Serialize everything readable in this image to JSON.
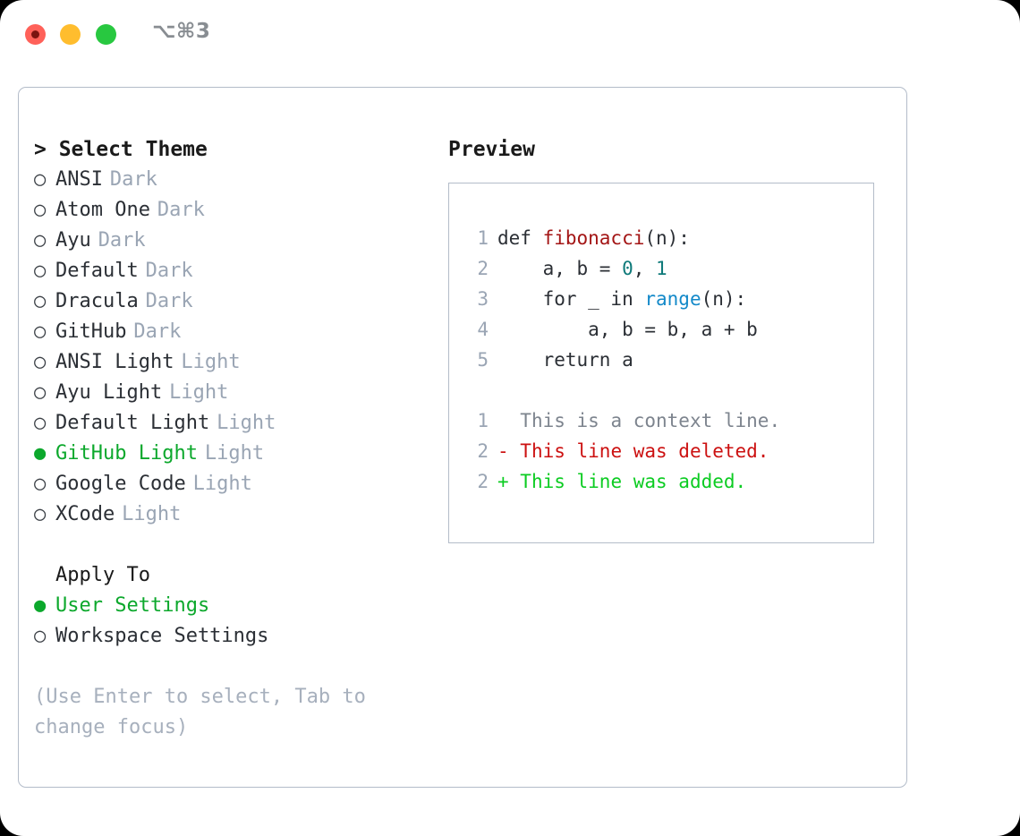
{
  "titlebar": {
    "shortcut": "⌥⌘3",
    "buttons": {
      "close": "close",
      "minimize": "minimize",
      "maximize": "maximize"
    }
  },
  "theme_picker": {
    "title": "> Select Theme",
    "items": [
      {
        "marker": "○",
        "name": "ANSI",
        "kind": "Dark",
        "selected": false
      },
      {
        "marker": "○",
        "name": "Atom One",
        "kind": "Dark",
        "selected": false
      },
      {
        "marker": "○",
        "name": "Ayu",
        "kind": "Dark",
        "selected": false
      },
      {
        "marker": "○",
        "name": "Default",
        "kind": "Dark",
        "selected": false
      },
      {
        "marker": "○",
        "name": "Dracula",
        "kind": "Dark",
        "selected": false
      },
      {
        "marker": "○",
        "name": "GitHub",
        "kind": "Dark",
        "selected": false
      },
      {
        "marker": "○",
        "name": "ANSI Light",
        "kind": "Light",
        "selected": false
      },
      {
        "marker": "○",
        "name": "Ayu Light",
        "kind": "Light",
        "selected": false
      },
      {
        "marker": "○",
        "name": "Default Light",
        "kind": "Light",
        "selected": false
      },
      {
        "marker": "●",
        "name": "GitHub Light",
        "kind": "Light",
        "selected": true
      },
      {
        "marker": "○",
        "name": "Google Code",
        "kind": "Light",
        "selected": false
      },
      {
        "marker": "○",
        "name": "XCode",
        "kind": "Light",
        "selected": false
      }
    ]
  },
  "apply_to": {
    "title": "Apply To",
    "items": [
      {
        "marker": "●",
        "label": "User Settings",
        "selected": true
      },
      {
        "marker": "○",
        "label": "Workspace Settings",
        "selected": false
      }
    ]
  },
  "hint": "(Use Enter to select, Tab to change focus)",
  "preview": {
    "title": "Preview",
    "code_lines": [
      {
        "num": "1",
        "segments": [
          {
            "text": "def ",
            "style": "plain"
          },
          {
            "text": "fibonacci",
            "style": "fn"
          },
          {
            "text": "(n):",
            "style": "plain"
          }
        ]
      },
      {
        "num": "2",
        "segments": [
          {
            "text": "    a, b = ",
            "style": "plain"
          },
          {
            "text": "0",
            "style": "num"
          },
          {
            "text": ", ",
            "style": "plain"
          },
          {
            "text": "1",
            "style": "num"
          }
        ]
      },
      {
        "num": "3",
        "segments": [
          {
            "text": "    for _ in ",
            "style": "plain"
          },
          {
            "text": "range",
            "style": "call"
          },
          {
            "text": "(n):",
            "style": "plain"
          }
        ]
      },
      {
        "num": "4",
        "segments": [
          {
            "text": "        a, b = b, a + b",
            "style": "plain"
          }
        ]
      },
      {
        "num": "5",
        "segments": [
          {
            "text": "    return a",
            "style": "plain"
          }
        ]
      }
    ],
    "diff_lines": [
      {
        "num": "1",
        "sign": "  ",
        "text": "This is a context line.",
        "style": "ctx"
      },
      {
        "num": "2",
        "sign": "- ",
        "text": "This line was deleted.",
        "style": "del"
      },
      {
        "num": "2",
        "sign": "+ ",
        "text": "This line was added.",
        "style": "add"
      }
    ]
  },
  "colors": {
    "accent_green": "#0ca82c",
    "muted": "#9aa5b4",
    "border": "#b3bcc9",
    "diff_add": "#0ccc22",
    "diff_del": "#cc1111",
    "token_fn": "#a31515",
    "token_num": "#0f7a7a",
    "token_call": "#1389c9"
  }
}
